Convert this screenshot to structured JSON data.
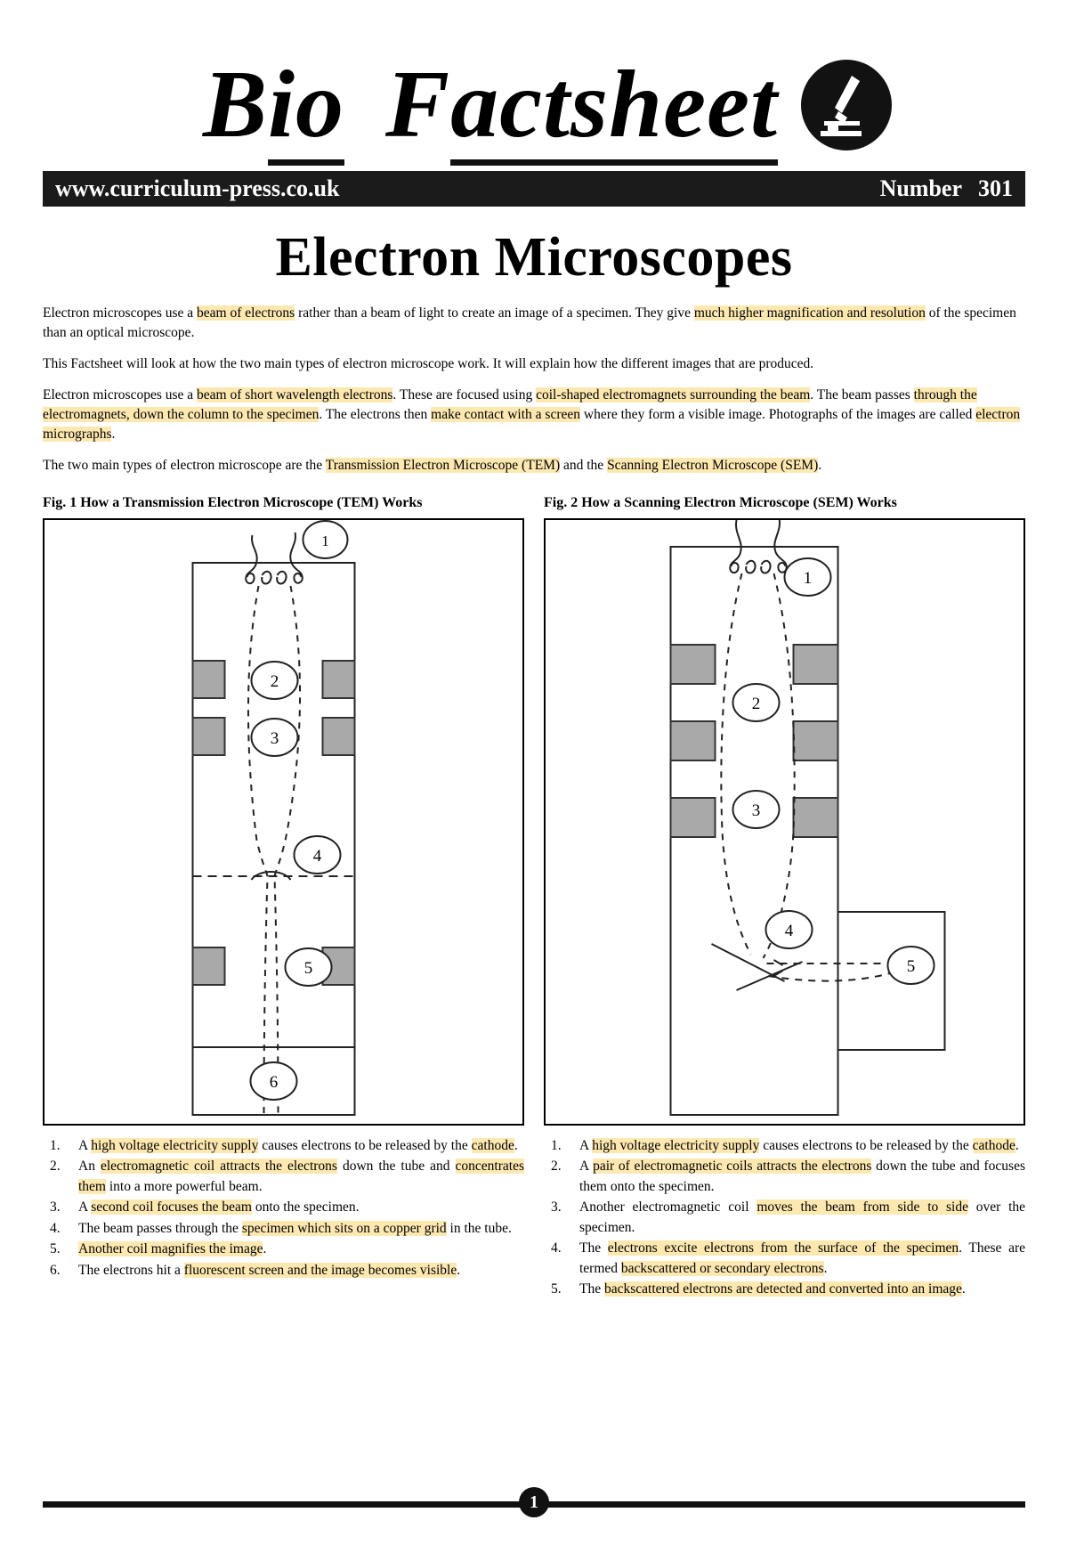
{
  "masthead": {
    "title_part1": "B",
    "title_part2": "io",
    "title_part3": "F",
    "title_part4": "actsheet",
    "logo_icon": "microscope-icon"
  },
  "topbar": {
    "website": "www.curriculum-press.co.uk",
    "number_label": "Number",
    "number_value": "301"
  },
  "doc_title": "Electron Microscopes",
  "intro": {
    "p1": [
      {
        "t": "Electron microscopes use a ",
        "h": false
      },
      {
        "t": "beam of electrons",
        "h": true
      },
      {
        "t": " rather than a beam of light to create an image of a specimen.  They give ",
        "h": false
      },
      {
        "t": "much higher magnification and resolution",
        "h": true
      },
      {
        "t": " of the specimen than an optical microscope.",
        "h": false
      }
    ],
    "p2": [
      {
        "t": "This Factsheet will look at how the two main types of electron microscope work. It will explain how the different images that are produced.",
        "h": false
      }
    ],
    "p3": [
      {
        "t": "Electron microscopes use a ",
        "h": false
      },
      {
        "t": "beam of short wavelength electrons",
        "h": true
      },
      {
        "t": ". These are focused using ",
        "h": false
      },
      {
        "t": "coil-shaped electromagnets surrounding the beam",
        "h": true
      },
      {
        "t": ". The beam passes ",
        "h": false
      },
      {
        "t": "through the electromagnets, down the column to the specimen",
        "h": true
      },
      {
        "t": ". The electrons then ",
        "h": false
      },
      {
        "t": "make contact with a screen",
        "h": true
      },
      {
        "t": " where they form a visible image. Photographs of the images are called ",
        "h": false
      },
      {
        "t": "electron micrographs",
        "h": true
      },
      {
        "t": ".",
        "h": false
      }
    ],
    "p4": [
      {
        "t": "The two main types of electron microscope are the ",
        "h": false
      },
      {
        "t": "Transmission Electron Microscope (TEM)",
        "h": true
      },
      {
        "t": " and the ",
        "h": false
      },
      {
        "t": "Scanning Electron Microscope (SEM)",
        "h": true
      },
      {
        "t": ".",
        "h": false
      }
    ]
  },
  "figures": {
    "fig1_caption": "Fig. 1 How a Transmission Electron Microscope (TEM) Works",
    "fig2_caption": "Fig. 2 How a Scanning Electron Microscope (SEM) Works",
    "fig1_callouts": [
      "1",
      "2",
      "3",
      "4",
      "5",
      "6"
    ],
    "fig2_callouts": [
      "1",
      "2",
      "3",
      "4",
      "5"
    ]
  },
  "tem_steps": [
    [
      {
        "t": "A ",
        "h": false
      },
      {
        "t": "high voltage electricity supply",
        "h": true
      },
      {
        "t": " causes electrons to be released by the ",
        "h": false
      },
      {
        "t": "cathode",
        "h": true
      },
      {
        "t": ".",
        "h": false
      }
    ],
    [
      {
        "t": "An ",
        "h": false
      },
      {
        "t": "electromagnetic coil attracts the electrons",
        "h": true
      },
      {
        "t": " down the tube and ",
        "h": false
      },
      {
        "t": "concentrates them",
        "h": true
      },
      {
        "t": " into a more powerful beam.",
        "h": false
      }
    ],
    [
      {
        "t": "A ",
        "h": false
      },
      {
        "t": "second coil focuses the beam",
        "h": true
      },
      {
        "t": " onto the specimen.",
        "h": false
      }
    ],
    [
      {
        "t": "The beam passes through the ",
        "h": false
      },
      {
        "t": "specimen which sits on a copper grid",
        "h": true
      },
      {
        "t": " in the tube.",
        "h": false
      }
    ],
    [
      {
        "t": "Another coil magnifies the image",
        "h": true
      },
      {
        "t": ".",
        "h": false
      }
    ],
    [
      {
        "t": "The electrons hit a ",
        "h": false
      },
      {
        "t": "fluorescent screen and the image becomes visible",
        "h": true
      },
      {
        "t": ".",
        "h": false
      }
    ]
  ],
  "sem_steps": [
    [
      {
        "t": "A ",
        "h": false
      },
      {
        "t": "high voltage electricity supply",
        "h": true
      },
      {
        "t": " causes electrons to be released by the ",
        "h": false
      },
      {
        "t": "cathode",
        "h": true
      },
      {
        "t": ".",
        "h": false
      }
    ],
    [
      {
        "t": "A ",
        "h": false
      },
      {
        "t": "pair of electromagnetic coils attracts the electrons",
        "h": true
      },
      {
        "t": " down the tube and focuses them onto the specimen.",
        "h": false
      }
    ],
    [
      {
        "t": "Another electromagnetic coil ",
        "h": false
      },
      {
        "t": "moves the beam from side to side",
        "h": true
      },
      {
        "t": " over the specimen.",
        "h": false
      }
    ],
    [
      {
        "t": "The ",
        "h": false
      },
      {
        "t": "electrons excite electrons from the surface of the specimen",
        "h": true
      },
      {
        "t": ". These are termed ",
        "h": false
      },
      {
        "t": "backscattered or secondary electrons",
        "h": true
      },
      {
        "t": ".",
        "h": false
      }
    ],
    [
      {
        "t": "The ",
        "h": false
      },
      {
        "t": "backscattered electrons are detected and converted into an image",
        "h": true
      },
      {
        "t": ".",
        "h": false
      }
    ]
  ],
  "footer": {
    "page_number": "1"
  },
  "colors": {
    "highlight": "#fde8b0",
    "bar": "#1b1b1b",
    "magnet_fill": "#a9a9a9"
  }
}
